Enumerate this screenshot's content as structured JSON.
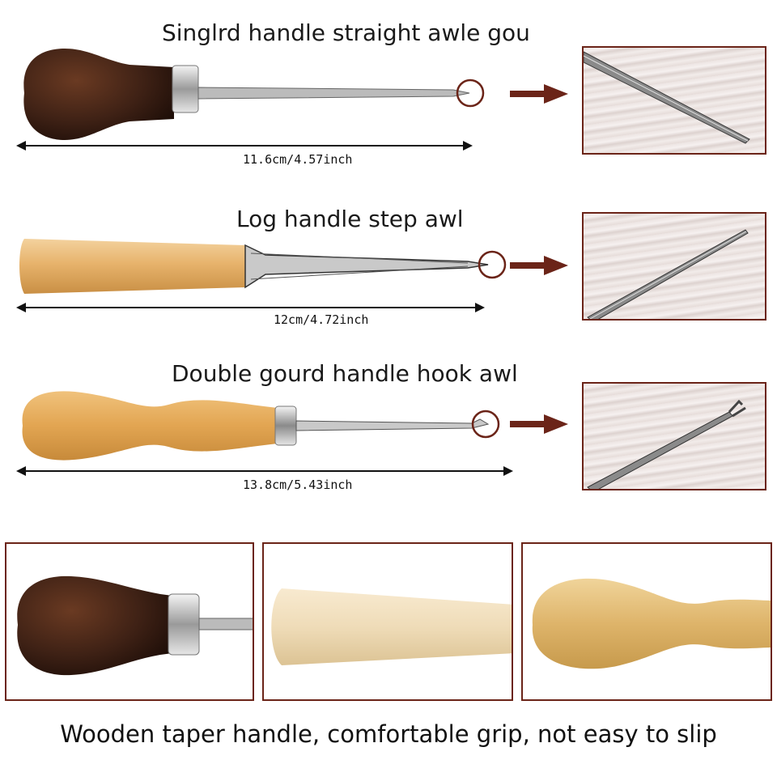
{
  "tools": [
    {
      "title": "Singlrd handle straight awle gou",
      "measurement": "11.6cm/4.57inch",
      "handle": "dark-bulb-handle",
      "tip": "straight"
    },
    {
      "title": "Log handle step awl",
      "measurement": "12cm/4.72inch",
      "handle": "log-handle",
      "tip": "step"
    },
    {
      "title": "Double gourd handle hook awl",
      "measurement": "13.8cm/5.43inch",
      "handle": "gourd-handle",
      "tip": "hook"
    }
  ],
  "caption": "Wooden taper handle, comfortable grip, not easy to slip",
  "colors": {
    "frame": "#6b2418",
    "arrow": "#6b2418",
    "dark_wood": "#3e2115",
    "light_wood": "#e9b874",
    "pale_wood": "#efdcb8"
  }
}
